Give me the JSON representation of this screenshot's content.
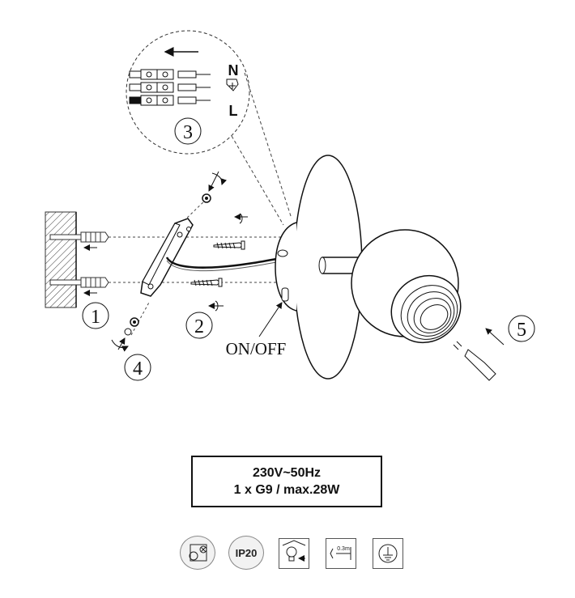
{
  "callouts": {
    "step1": "1",
    "step2": "2",
    "step3": "3",
    "step4": "4",
    "step5": "5"
  },
  "wiring": {
    "neutral": "N",
    "live": "L"
  },
  "switch_label": "ON/OFF",
  "spec": {
    "line1": "230V~50Hz",
    "line2": "1 x G9 / max.28W"
  },
  "icons": [
    {
      "name": "wall-mount-icon"
    },
    {
      "name": "ip20-icon",
      "text": "IP20"
    },
    {
      "name": "bulb-replace-icon"
    },
    {
      "name": "min-distance-icon",
      "text": "0.3m"
    },
    {
      "name": "earth-ground-icon"
    }
  ]
}
